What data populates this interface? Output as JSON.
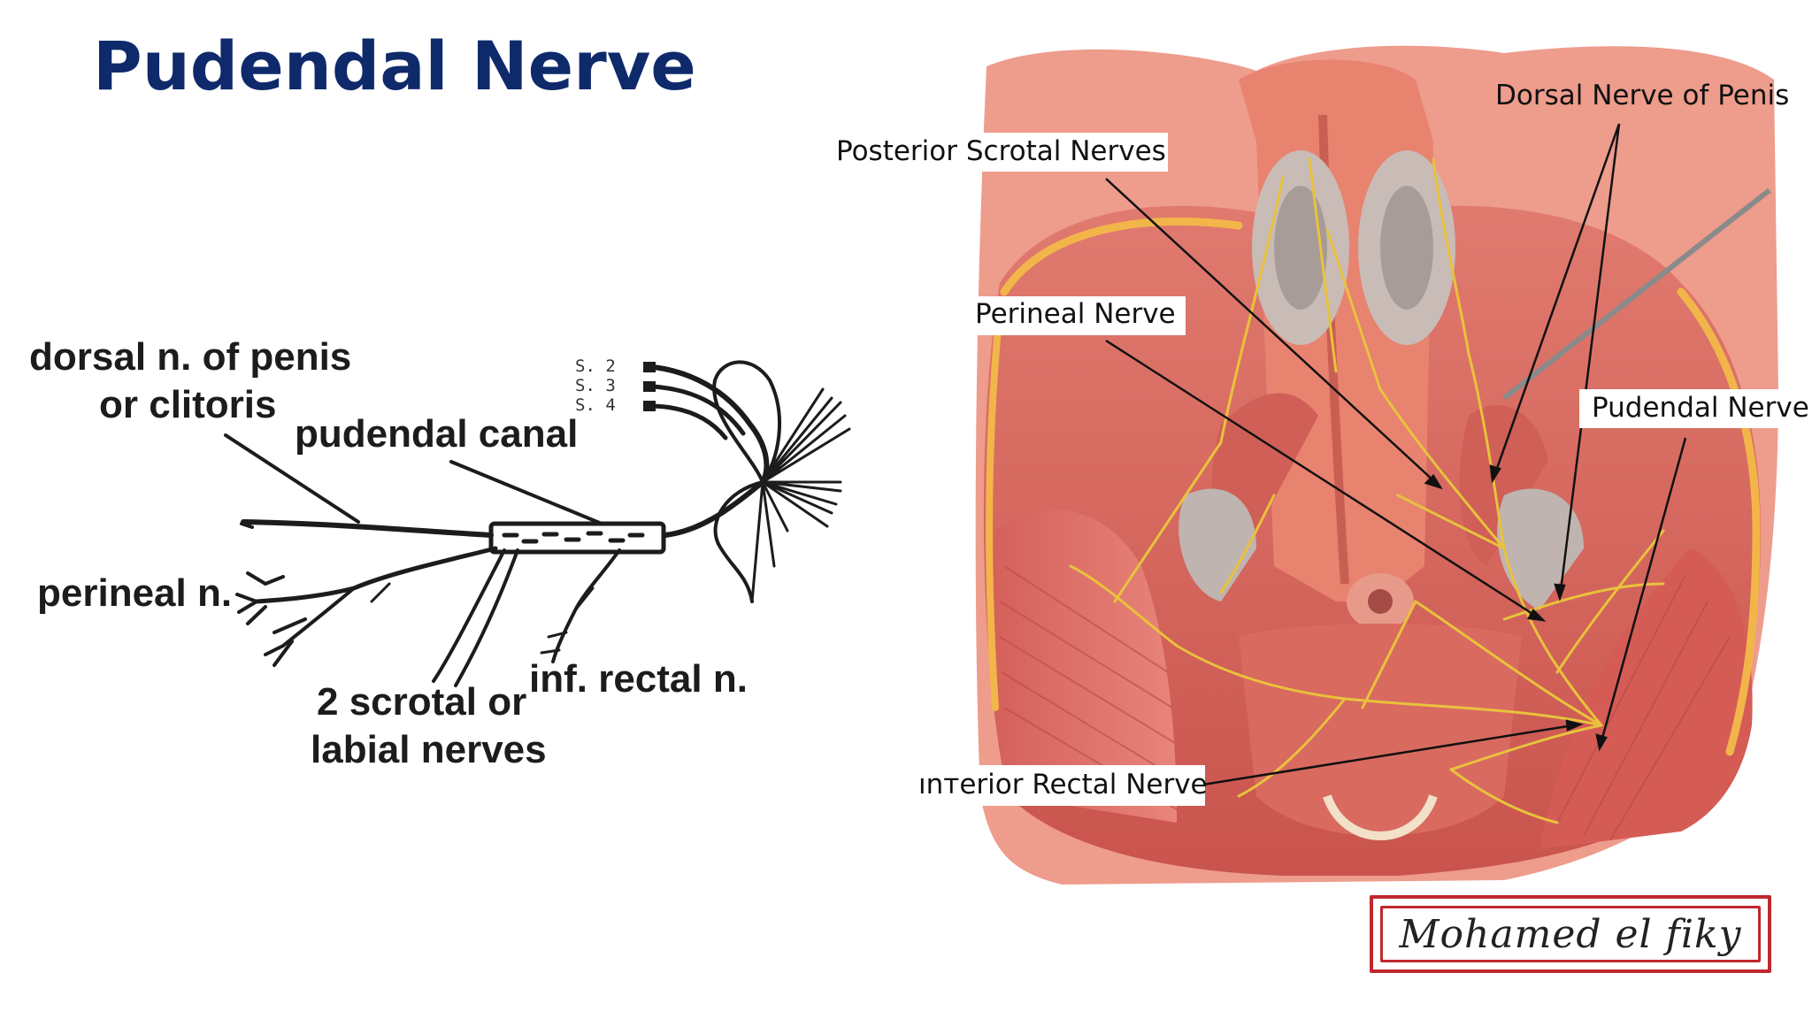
{
  "title": "Pudendal Nerve",
  "schematic": {
    "segments": [
      "S. 2",
      "S. 3",
      "S. 4"
    ],
    "labels": {
      "dorsal_line1": "dorsal n. of penis",
      "dorsal_line2": "or clitoris",
      "canal": "pudendal canal",
      "perineal": "perineal n.",
      "scrotal_line1": "2 scrotal or",
      "scrotal_line2": "labial nerves",
      "rectal": "inf. rectal n."
    }
  },
  "anatomy": {
    "labels": {
      "dorsal_nerve_penis": "Dorsal Nerve of Penis",
      "posterior_scrotal": "Posterior Scrotal Nerves",
      "perineal_nerve": "Perineal Nerve",
      "pudendal_nerve": "Pudendal Nerve",
      "inferior_rectal": "ınтerior Rectal Nerve"
    }
  },
  "signature": "Mohamed el fiky",
  "colors": {
    "title": "#0f2a6b",
    "muscle": "#d9635c",
    "muscle_dark": "#b84a44",
    "skin": "#f0a08c",
    "nerve": "#e8c23c",
    "signature_frame": "#c0282e"
  }
}
